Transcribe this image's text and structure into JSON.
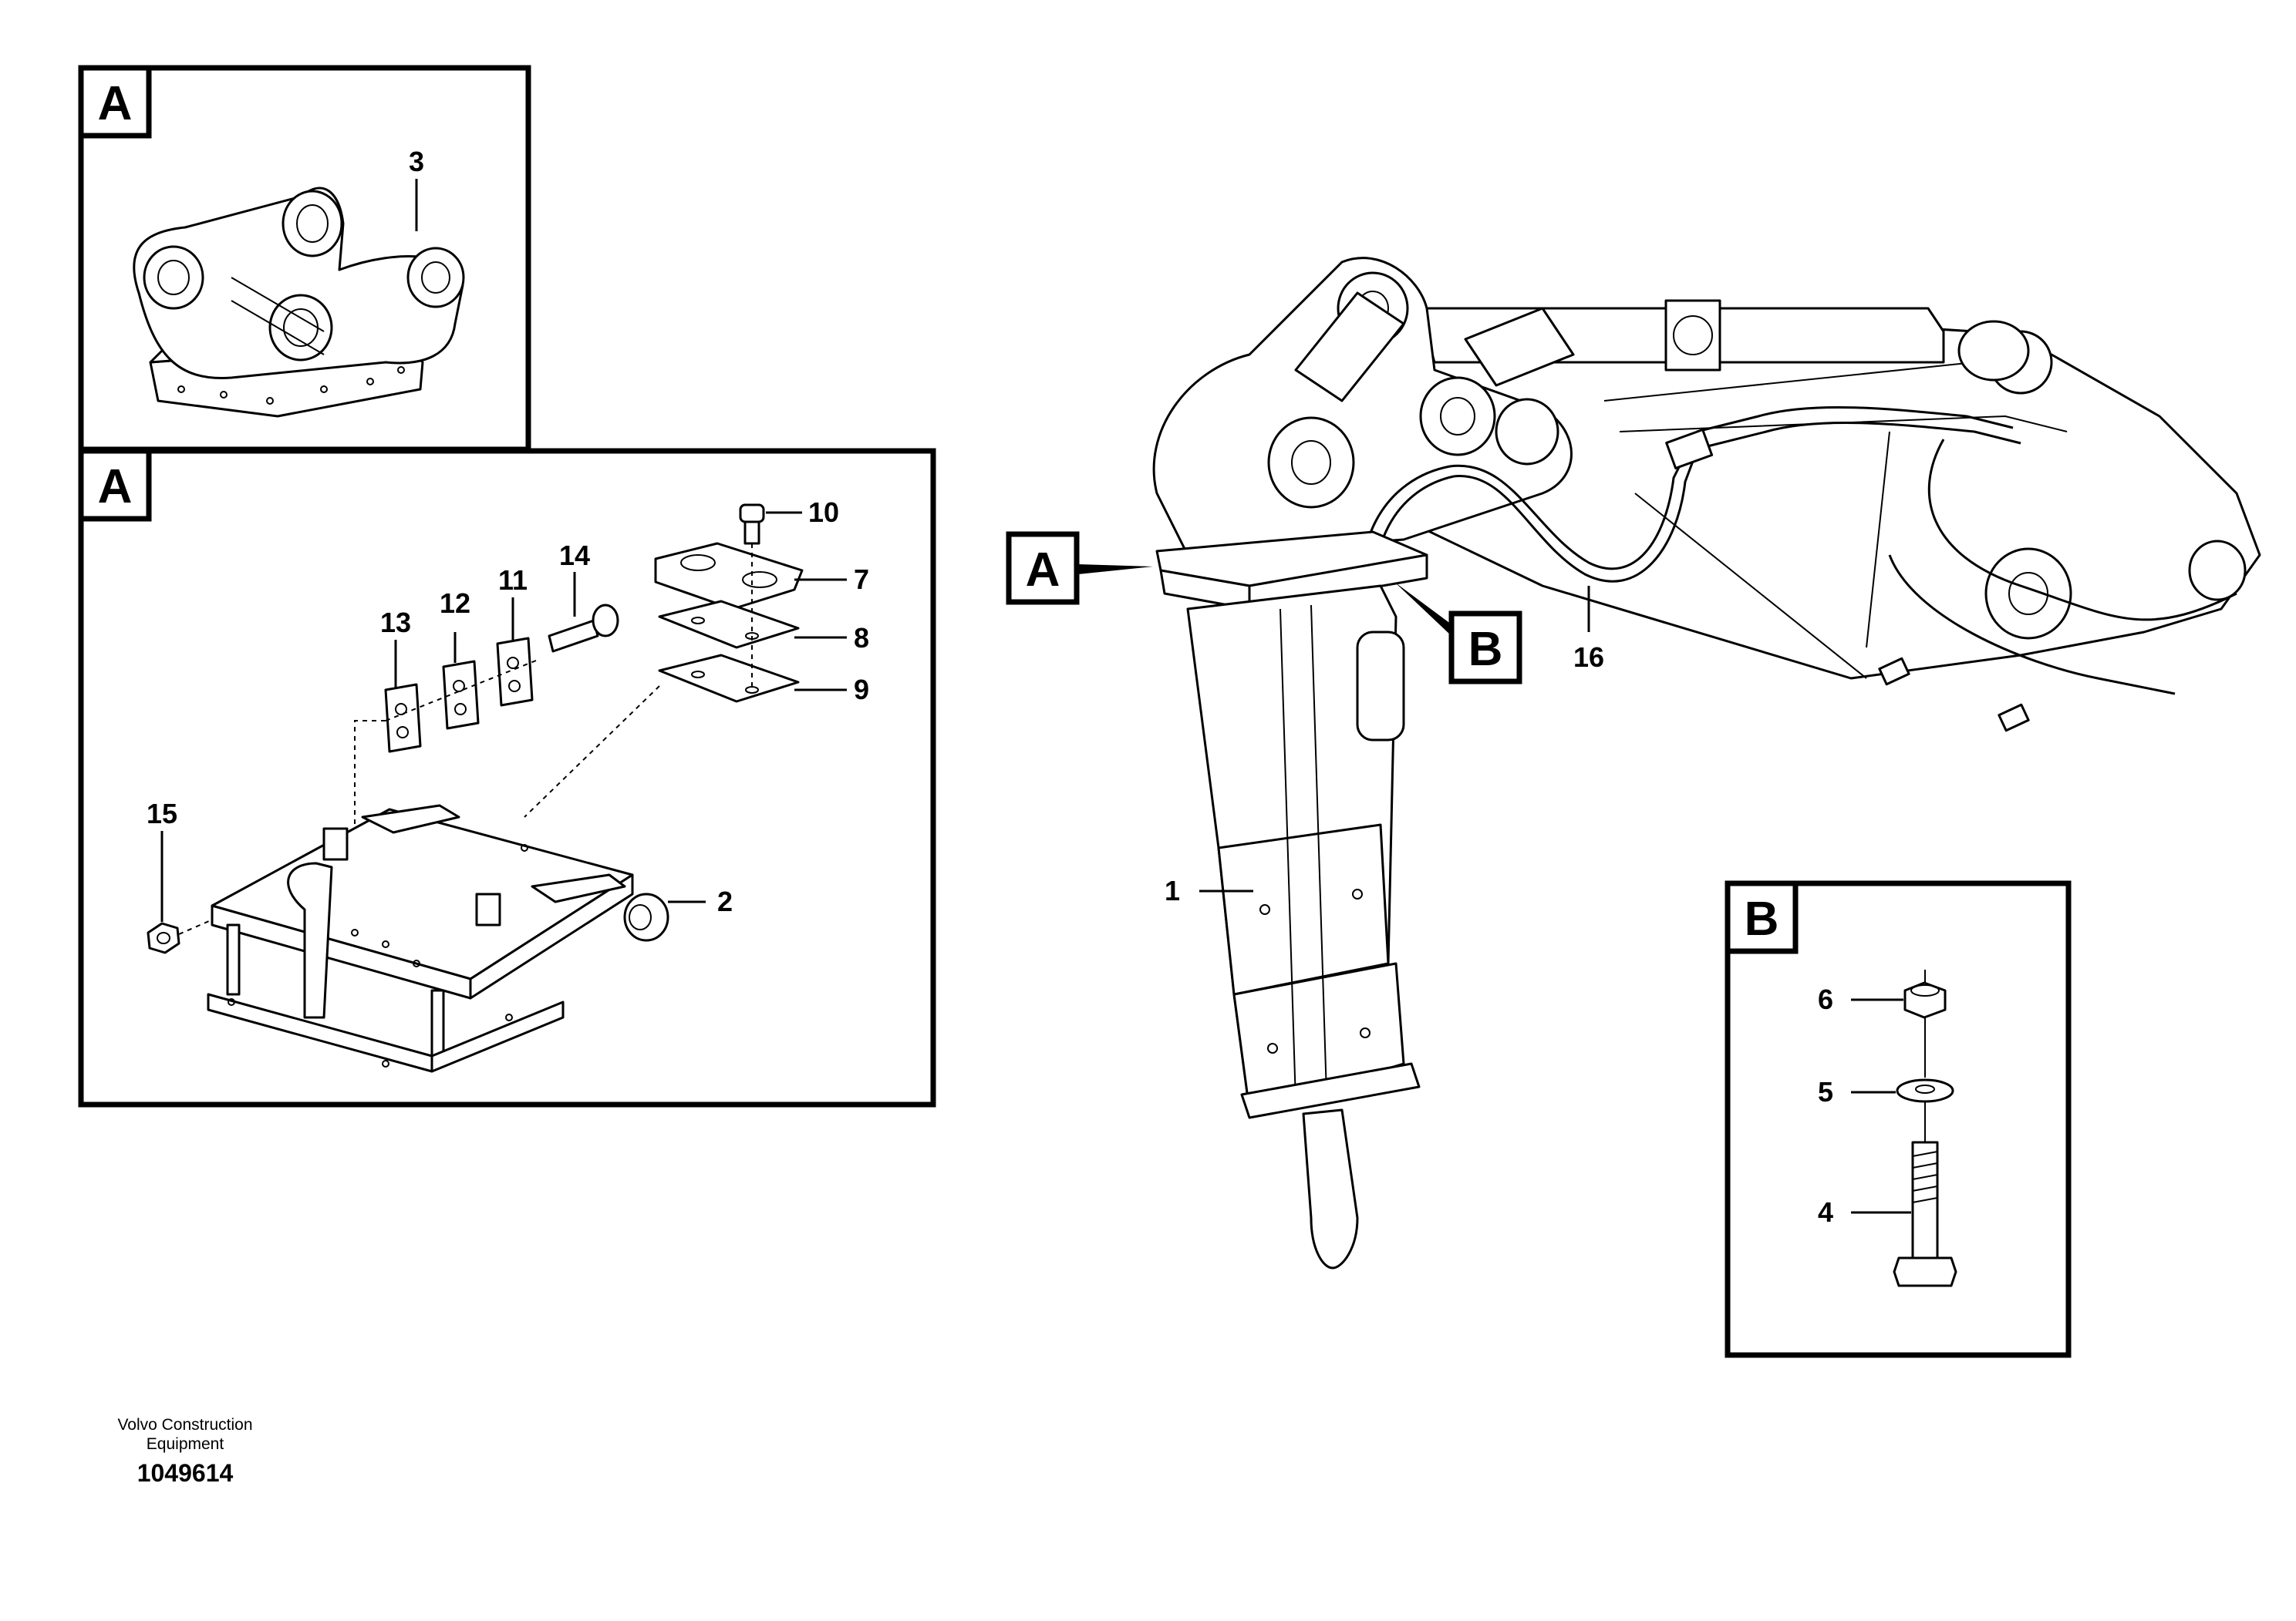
{
  "detail_labels": {
    "a": "A",
    "b": "B"
  },
  "callouts": {
    "c1": "1",
    "c2": "2",
    "c3": "3",
    "c4": "4",
    "c5": "5",
    "c6": "6",
    "c7": "7",
    "c8": "8",
    "c9": "9",
    "c10": "10",
    "c11": "11",
    "c12": "12",
    "c13": "13",
    "c14": "14",
    "c15": "15",
    "c16": "16"
  },
  "footer": {
    "company_line1": "Volvo Construction",
    "company_line2": "Equipment",
    "drawing_number": "1049614"
  }
}
